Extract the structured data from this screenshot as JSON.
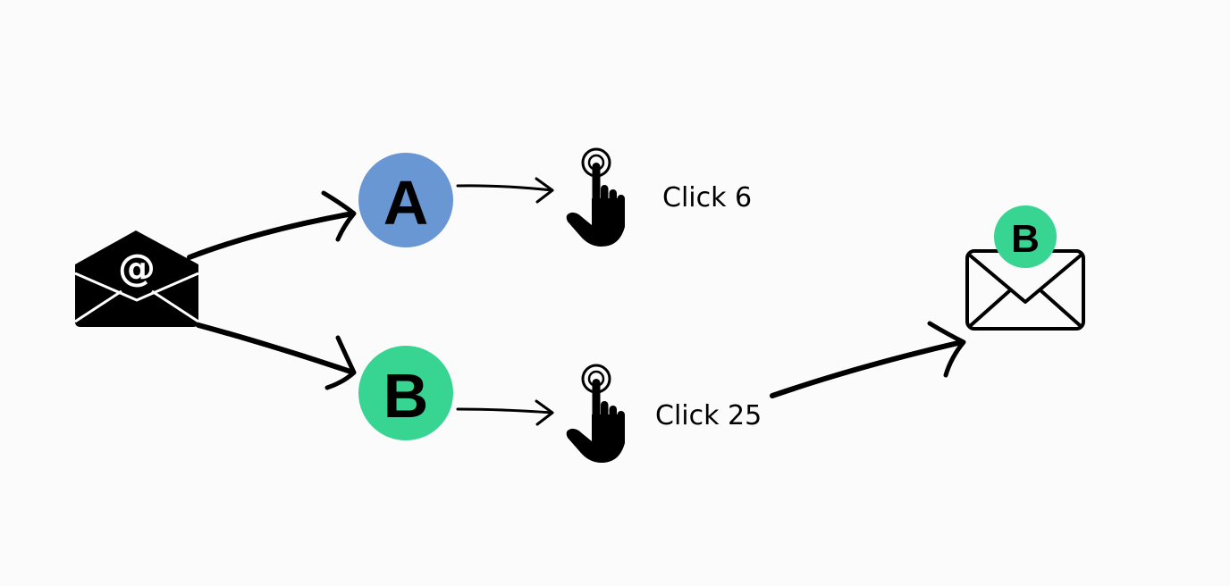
{
  "variants": {
    "a": {
      "letter": "A",
      "color": "#6897d3"
    },
    "b": {
      "letter": "B",
      "color": "#37d492"
    }
  },
  "results": {
    "a": {
      "label": "Click 6"
    },
    "b": {
      "label": "Click 25"
    }
  },
  "email": {
    "symbol": "@"
  },
  "winner": {
    "letter": "B",
    "color": "#37d492"
  },
  "icons": {
    "source": "email-open-icon",
    "click": "pointer-click-icon",
    "winner": "envelope-icon"
  },
  "colors": {
    "background": "#fbfbfb",
    "ink": "#000000"
  }
}
